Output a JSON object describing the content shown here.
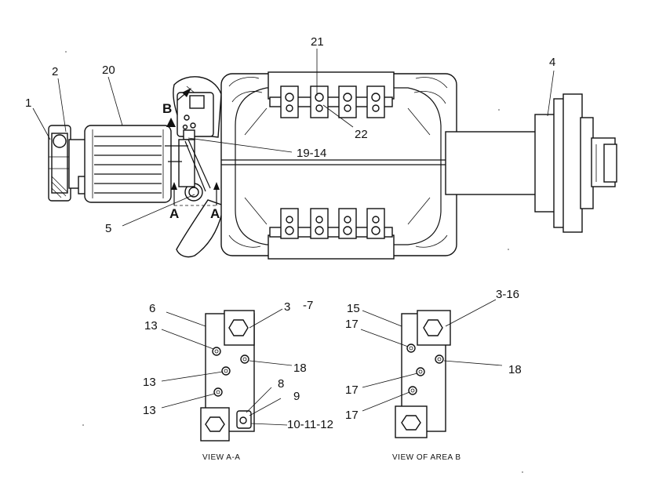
{
  "callouts": {
    "c1": "1",
    "c2": "2",
    "c20": "20",
    "c21": "21",
    "c22": "22",
    "c4": "4",
    "c19_14": "19-14",
    "c5": "5",
    "cB": "B",
    "cA_left": "A",
    "cA_right": "A",
    "c6": "6",
    "c13a": "13",
    "c13b": "13",
    "c13c": "13",
    "c3": "3",
    "c7": "-7",
    "c18a": "18",
    "c8": "8",
    "c9": "9",
    "c10_11_12": "10-11-12",
    "c15": "15",
    "c17a": "17",
    "c17b": "17",
    "c17c": "17",
    "c3_16": "3-16",
    "c18b": "18"
  },
  "captions": {
    "view_aa": "VIEW A-A",
    "view_b": "VIEW OF AREA B"
  }
}
